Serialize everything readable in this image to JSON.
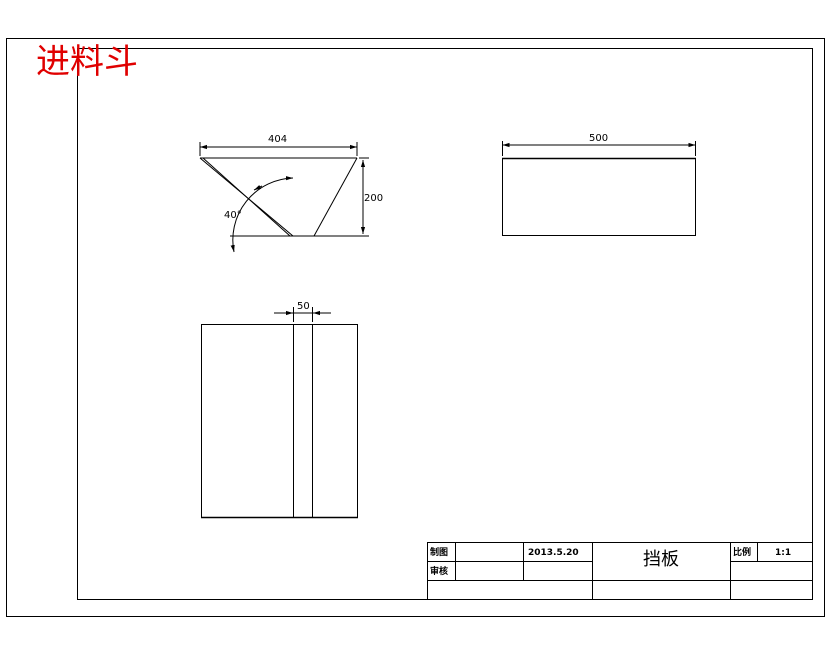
{
  "title_stamp": "进料斗",
  "front_view": {
    "width_dim": "404",
    "height_dim": "200",
    "angle_dim": "40°"
  },
  "side_view": {
    "width_dim": "500"
  },
  "top_view": {
    "slot_dim": "50"
  },
  "title_block": {
    "drawn_label": "制图",
    "checked_label": "审核",
    "date": "2013.5.20",
    "part_name": "挡板",
    "scale_label": "比例",
    "scale_value": "1:1"
  }
}
